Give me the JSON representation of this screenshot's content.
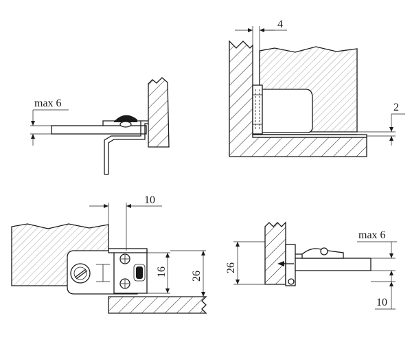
{
  "labels": {
    "top_left_max": "max 6",
    "top_right_gap": "4",
    "top_right_offset": "2",
    "bottom_left_top": "10",
    "bottom_left_inner": "16",
    "bottom_left_outer": "26",
    "bottom_right_height": "26",
    "bottom_right_max": "max 6",
    "bottom_right_offset": "10"
  }
}
